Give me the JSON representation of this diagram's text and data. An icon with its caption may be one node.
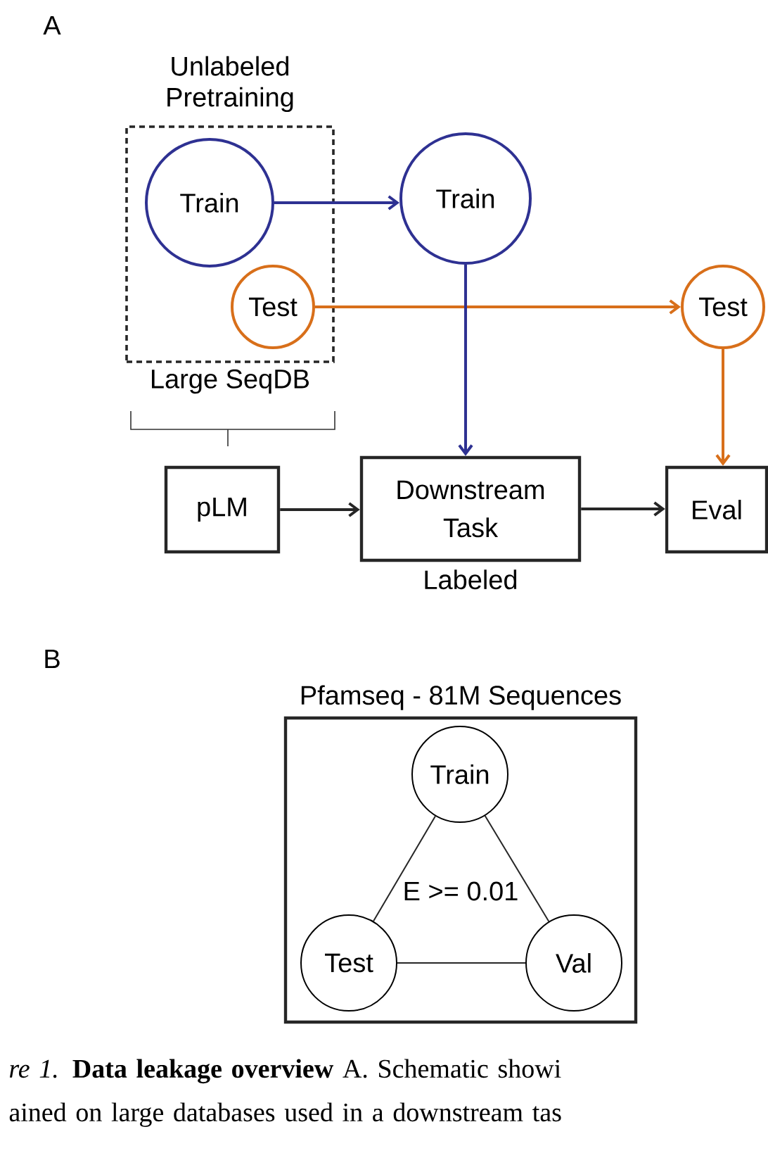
{
  "diagram": {
    "caption": "*re 1.* **Data leakage overview** A. Schematic showi ained on large databases used in a downstream tas",
    "nodes": [
      {
        "text": [
          "Unlabeled Pretraining",
          "Large SeqDB"
        ]
      },
      {
        "text": [
          "Train"
        ],
        "in": 0
      },
      {
        "text": [
          "Test"
        ],
        "in": 0
      },
      {
        "text": [
          "Train"
        ]
      },
      {
        "text": [
          "Test"
        ]
      },
      {
        "text": [
          "pLM"
        ]
      },
      {
        "text": [
          "Downstream Task"
        ],
        "beside": [
          "Labeled"
        ]
      },
      {
        "text": [
          "Eval"
        ]
      },
      {
        "text": [
          "Pfamseq - 81M Sequences",
          "E >= 0.01"
        ]
      },
      {
        "text": [
          "Train"
        ],
        "in": 8
      },
      {
        "text": [
          "Test"
        ],
        "in": 8
      },
      {
        "text": [
          "Val"
        ],
        "in": 8
      }
    ],
    "edges": [
      {
        "from": 1,
        "to": 3,
        "arrow": "to",
        "color": "#2e3192"
      },
      {
        "from": 2,
        "to": 4,
        "arrow": "to",
        "color": "#d86f1a"
      },
      {
        "from": 3,
        "to": 6,
        "arrow": "to",
        "color": "#2e3192"
      },
      {
        "from": 4,
        "to": 7,
        "arrow": "to",
        "color": "#d86f1a"
      },
      {
        "from": 5,
        "to": 6,
        "arrow": "to"
      },
      {
        "from": 6,
        "to": 7,
        "arrow": "to"
      },
      {
        "from": 9,
        "to": 10,
        "arrow": "none"
      },
      {
        "from": 9,
        "to": 11,
        "arrow": "none"
      },
      {
        "from": 10,
        "to": 11,
        "arrow": "none"
      }
    ],
    "labels": [
      "A",
      "B"
    ]
  }
}
